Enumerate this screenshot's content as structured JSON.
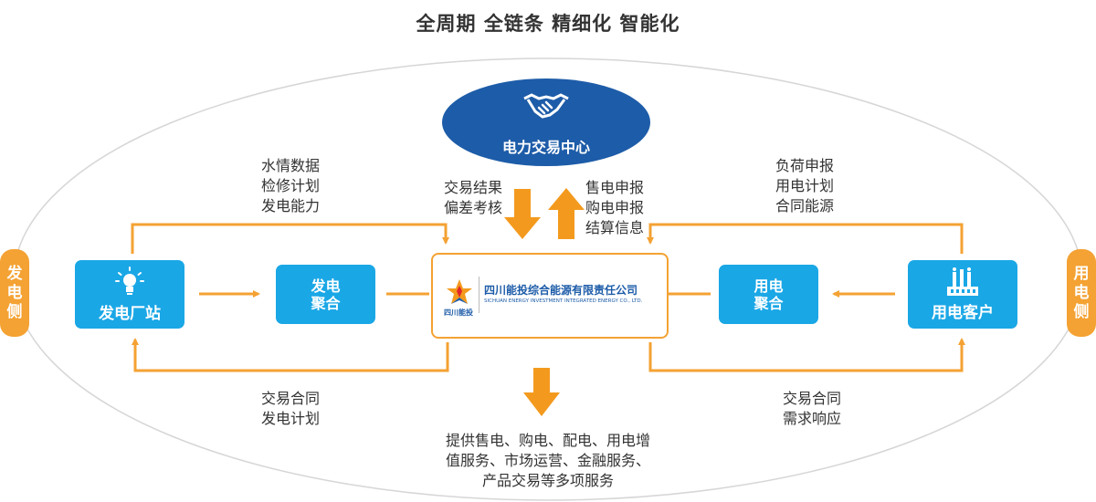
{
  "title": "全周期  全链条  精细化  智能化",
  "center_node": {
    "label": "电力交易中心",
    "icon": "handshake-icon"
  },
  "company": {
    "name_cn": "四川能投综合能源有限责任公司",
    "name_en": "SICHUAN ENERGY INVESTMENT INTEGRATED ENERGY CO., LTD.",
    "logo_text": "四川能投",
    "logo_icon": "star-logo-icon"
  },
  "nodes": {
    "power_plant": {
      "label": "发电厂站",
      "icon": "lightbulb-icon"
    },
    "gen_aggregation": {
      "line1": "发电",
      "line2": "聚合"
    },
    "use_aggregation": {
      "line1": "用电",
      "line2": "聚合"
    },
    "customer": {
      "label": "用电客户",
      "icon": "factory-icon"
    }
  },
  "sides": {
    "left": [
      "发",
      "电",
      "侧"
    ],
    "right": [
      "用",
      "电",
      "侧"
    ]
  },
  "annotations": {
    "top_left": [
      "水情数据",
      "检修计划",
      "发电能力"
    ],
    "center_down": [
      "交易结果",
      "偏差考核"
    ],
    "center_up": [
      "售电申报",
      "购电申报",
      "结算信息"
    ],
    "top_right": [
      "负荷申报",
      "用电计划",
      "合同能源"
    ],
    "bottom_left": [
      "交易合同",
      "发电计划"
    ],
    "bottom_right": [
      "交易合同",
      "需求响应"
    ],
    "bottom_center": [
      "提供售电、购电、配电、用电增",
      "值服务、市场运营、金融服务、",
      "产品交易等多项服务"
    ]
  },
  "colors": {
    "blue": "#1aa7e6",
    "dark_blue": "#1d5ca8",
    "orange": "#f4a233",
    "arrow_orange": "#f39a1e"
  }
}
